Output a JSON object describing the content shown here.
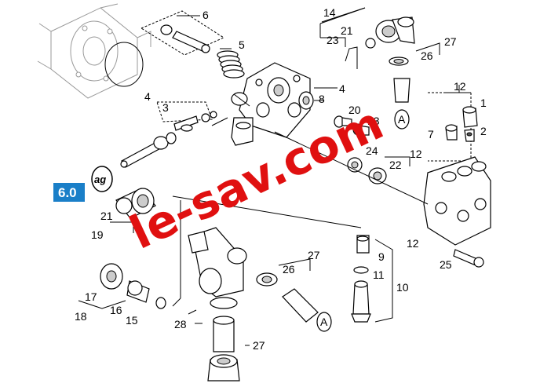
{
  "diagram": {
    "badge": "6.0",
    "watermark": "le-sav.com",
    "oval_label": "ag",
    "ref_marker": "A",
    "part_numbers": {
      "p1": "1",
      "p2": "2",
      "p3": "3",
      "p4a": "4",
      "p4b": "4",
      "p5": "5",
      "p6": "6",
      "p7": "7",
      "p8": "8",
      "p9": "9",
      "p10": "10",
      "p11": "11",
      "p12a": "12",
      "p12b": "12",
      "p12c": "12",
      "p13": "13",
      "p14": "14",
      "p15": "15",
      "p16": "16",
      "p17": "17",
      "p18": "18",
      "p19": "19",
      "p20": "20",
      "p21a": "21",
      "p21b": "21",
      "p22": "22",
      "p23": "23",
      "p24": "24",
      "p25": "25",
      "p26a": "26",
      "p26b": "26",
      "p27a": "27",
      "p27b": "27",
      "p27c": "27",
      "p28": "28"
    }
  }
}
